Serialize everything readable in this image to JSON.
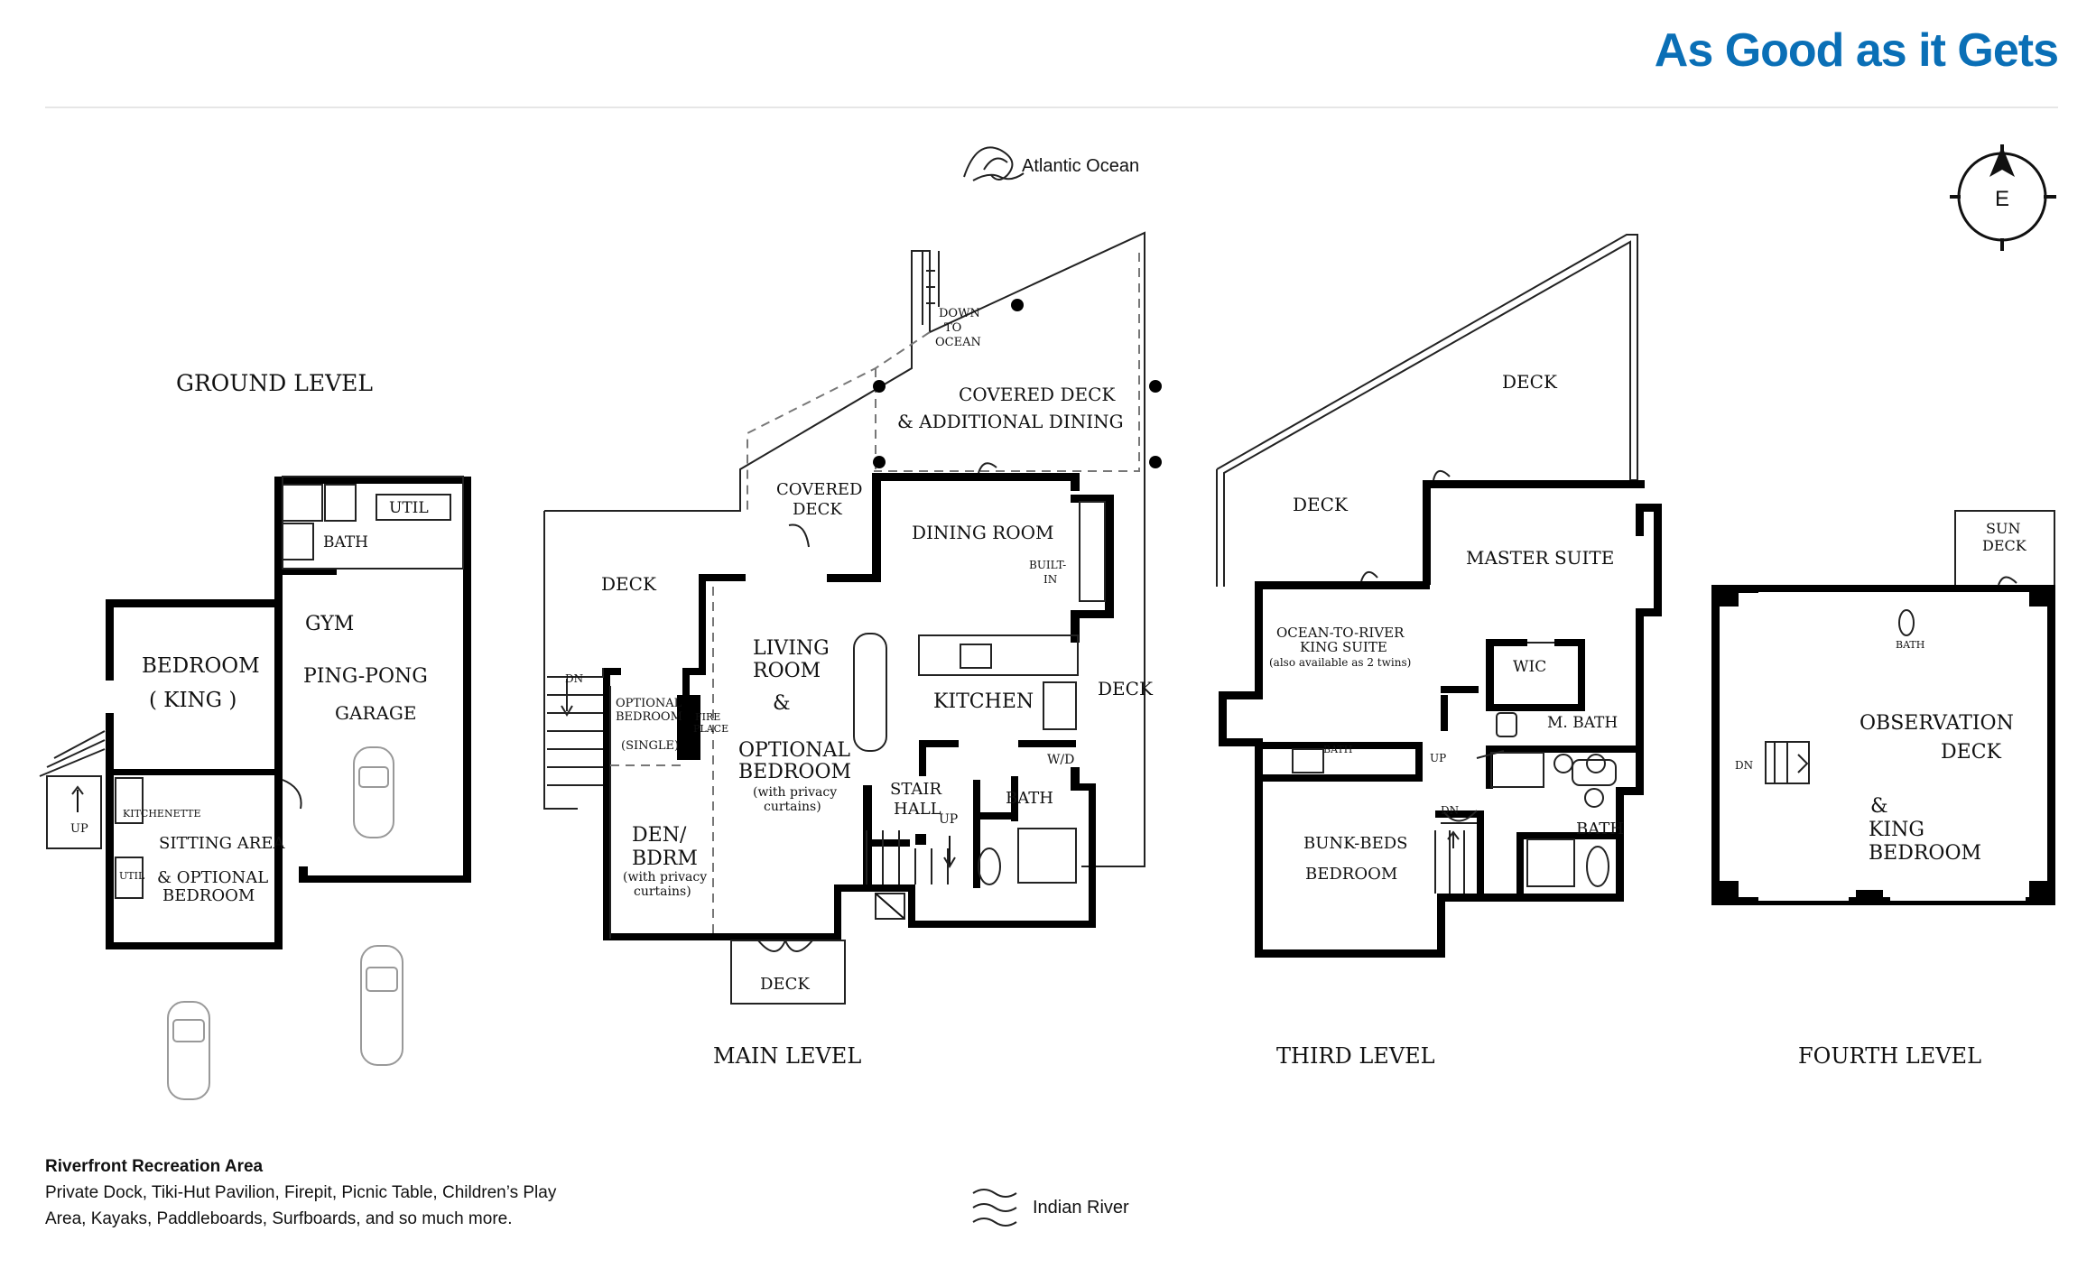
{
  "brand": {
    "title": "As Good as it Gets",
    "color": "#0a6fb6"
  },
  "orientation": {
    "compass_letter": "E",
    "top_label": "Atlantic Ocean",
    "bottom_label": "Indian River"
  },
  "levels": {
    "ground": "GROUND LEVEL",
    "main": "MAIN LEVEL",
    "third": "THIRD LEVEL",
    "fourth": "FOURTH LEVEL"
  },
  "ground_rooms": {
    "util_top": "UTIL",
    "bath": "BATH",
    "gym": "GYM",
    "ping_pong": "PING-PONG",
    "garage": "GARAGE",
    "bedroom": "BEDROOM",
    "bedroom_king": "( KING )",
    "kitchenette": "KITCHENETTE",
    "sitting_area": "SITTING AREA",
    "optional_line": "& OPTIONAL",
    "bedroom2": "BEDROOM",
    "util_small": "UTIL",
    "up": "UP"
  },
  "main_rooms": {
    "down_to_ocean": [
      "DOWN",
      "TO",
      "OCEAN"
    ],
    "covered_deck_add_1": "COVERED DECK",
    "covered_deck_add_2": "& ADDITIONAL DINING",
    "covered_deck_1": "COVERED",
    "covered_deck_2": "DECK",
    "deck_left": "DECK",
    "dining_room": "DINING ROOM",
    "built_in": [
      "BUILT-",
      "IN"
    ],
    "living_room_1": "LIVING",
    "living_room_2": "ROOM",
    "amp": "&",
    "optional_1": "OPTIONAL",
    "optional_2": "BEDROOM",
    "privacy_1": "(with privacy",
    "privacy_2": "curtains)",
    "optional_bedroom_1": "OPTIONAL",
    "optional_bedroom_2": "BEDROOM",
    "single": "(SINGLE)",
    "fireplace": [
      "FIRE",
      "PLACE"
    ],
    "den_1": "DEN/",
    "den_2": "BDRM",
    "kitchen": "KITCHEN",
    "deck_right": "DECK",
    "wd": "W/D",
    "stair_1": "STAIR",
    "stair_2": "HALL",
    "up": "UP",
    "bath": "BATH",
    "deck_bottom": "DECK",
    "dn": "DN"
  },
  "third_rooms": {
    "deck_top": "DECK",
    "deck_left": "DECK",
    "master_suite": "MASTER SUITE",
    "o2r_1": "OCEAN-TO-RIVER",
    "o2r_2": "KING SUITE",
    "o2r_3": "(also available as 2 twins)",
    "wic": "WIC",
    "m_bath": "M. BATH",
    "bath_small": "BATH",
    "up": "UP",
    "dn": "DN",
    "bunk_1": "BUNK-BEDS",
    "bunk_2": "BEDROOM",
    "bath": "BATH"
  },
  "fourth_rooms": {
    "sun_1": "SUN",
    "sun_2": "DECK",
    "bath": "BATH",
    "obs_1": "OBSERVATION",
    "obs_2": "DECK",
    "amp": "&",
    "king_1": "KING",
    "king_2": "BEDROOM",
    "dn": "DN"
  },
  "recreation": {
    "title": "Riverfront Recreation Area",
    "line1": "Private Dock, Tiki-Hut Pavilion, Firepit, Picnic Table, Children’s Play",
    "line2": "Area, Kayaks, Paddleboards, Surfboards, and so much more."
  }
}
